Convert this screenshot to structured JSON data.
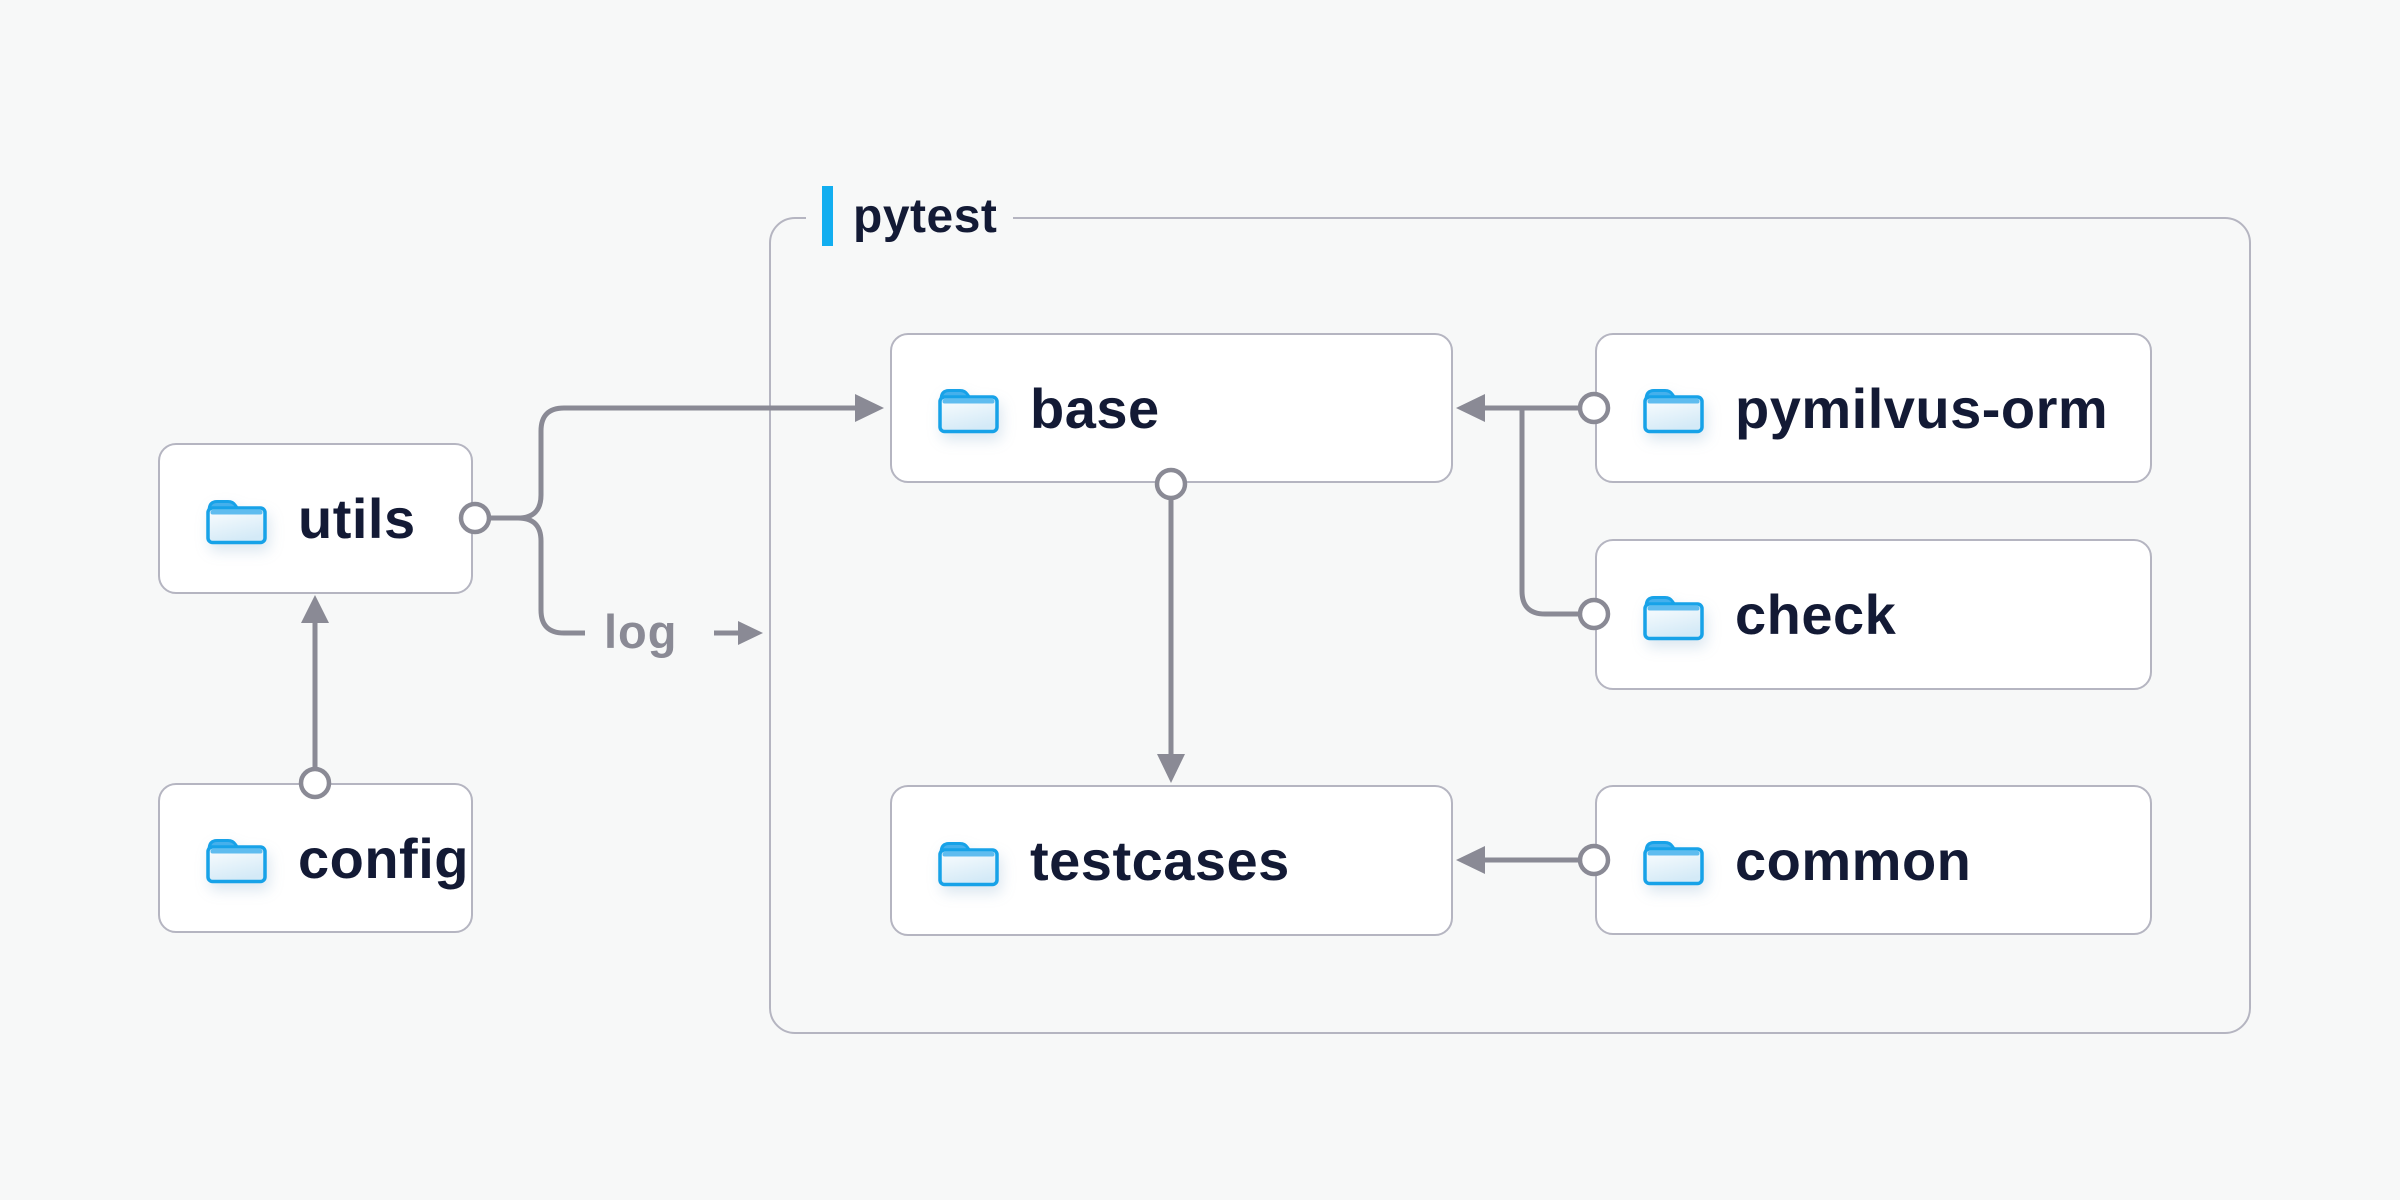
{
  "diagram": {
    "background_color": "#f7f8f8",
    "node_background_color": "#ffffff",
    "node_border_color": "#b5b5c1",
    "node_text_color": "#131a35",
    "connector_color": "#8a8a95",
    "accent_bar_color": "#12aef0",
    "folder_icon_colors": {
      "outline": "#17a2e8",
      "tab": "#45b0ec",
      "body_top": "#fbfdfe",
      "body_bottom": "#d4eaf7",
      "fold_strip": "#5fbcef"
    },
    "container": {
      "label": "pytest",
      "accent_icon": "vertical-bar-icon"
    },
    "nodes": [
      {
        "id": "utils",
        "label": "utils",
        "icon": "folder-icon"
      },
      {
        "id": "config",
        "label": "config",
        "icon": "folder-icon"
      },
      {
        "id": "base",
        "label": "base",
        "icon": "folder-icon"
      },
      {
        "id": "pymilvus-orm",
        "label": "pymilvus-orm",
        "icon": "folder-icon"
      },
      {
        "id": "check",
        "label": "check",
        "icon": "folder-icon"
      },
      {
        "id": "testcases",
        "label": "testcases",
        "icon": "folder-icon"
      },
      {
        "id": "common",
        "label": "common",
        "icon": "folder-icon"
      }
    ],
    "edges": [
      {
        "from": "config",
        "to": "utils",
        "style": "arrow-with-source-circle"
      },
      {
        "from": "utils",
        "to": "base",
        "style": "arrow-with-source-circle"
      },
      {
        "from": "utils",
        "to": "pytest",
        "label": "log",
        "style": "labeled-arrow"
      },
      {
        "from": "pymilvus-orm",
        "to": "base",
        "style": "arrow-with-source-circle"
      },
      {
        "from": "check",
        "to": "base",
        "style": "merges-into-pymilvus-orm-arrow"
      },
      {
        "from": "base",
        "to": "testcases",
        "style": "arrow-with-source-circle"
      },
      {
        "from": "common",
        "to": "testcases",
        "style": "arrow-with-source-circle"
      }
    ]
  }
}
